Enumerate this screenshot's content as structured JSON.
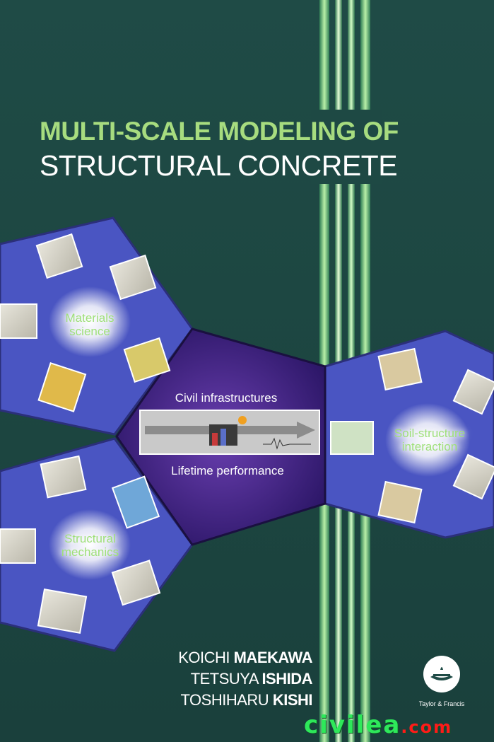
{
  "cover": {
    "title_line1": "MULTI-SCALE MODELING OF",
    "title_line2": "STRUCTURAL CONCRETE",
    "center_top_label": "Civil infrastructures",
    "center_bottom_label": "Lifetime performance",
    "panels": {
      "materials": "Materials\nscience",
      "structural": "Structural\nmechanics",
      "soil": "Soil-structure\ninteraction"
    },
    "authors": [
      {
        "first": "KOICHI",
        "last": "MAEKAWA"
      },
      {
        "first": "TETSUYA",
        "last": "ISHIDA"
      },
      {
        "first": "TOSHIHARU",
        "last": "KISHI"
      }
    ],
    "publisher": "Taylor & Francis",
    "watermark": {
      "main": "civilea",
      "suffix": ".com"
    }
  },
  "colors": {
    "background": "#1f4b46",
    "title_green": "#a7dc7f",
    "panel_blue": "#4856c4",
    "center_purple": "#35207a"
  }
}
